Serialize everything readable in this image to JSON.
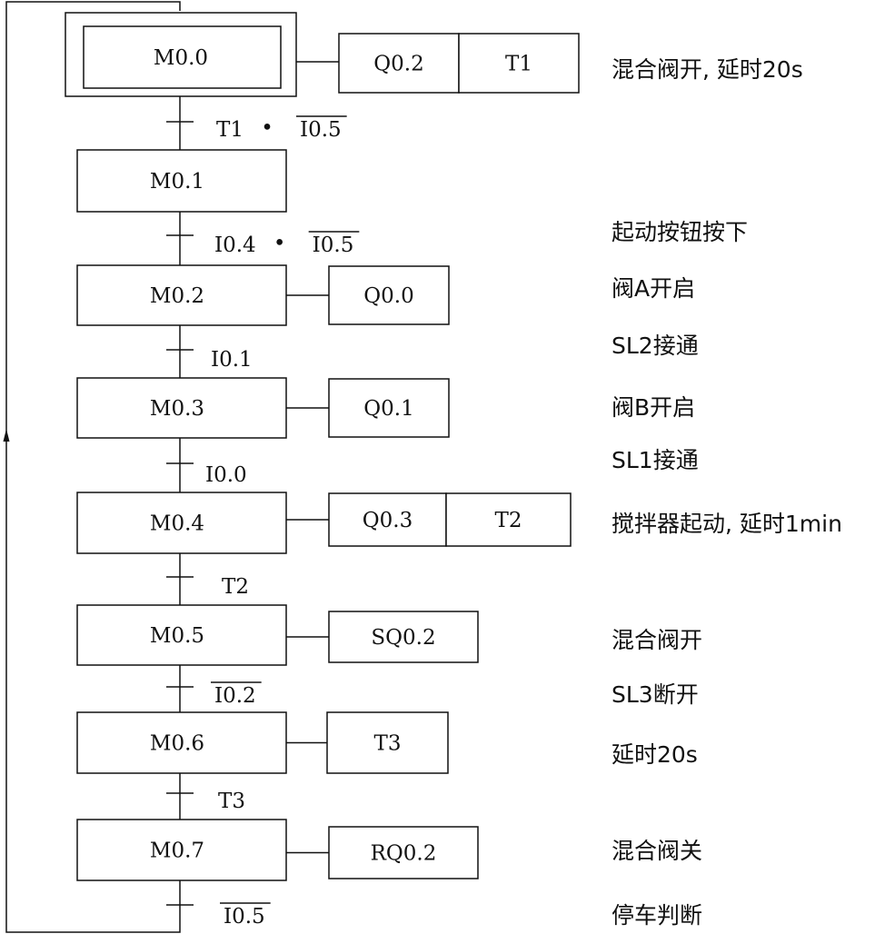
{
  "diagram": {
    "steps": [
      {
        "id": "M0.0",
        "initial": true,
        "actions": [
          "Q0.2",
          "T1"
        ],
        "note": "混合阀开, 延时20s"
      },
      {
        "id": "M0.1",
        "actions": [],
        "note": ""
      },
      {
        "id": "M0.2",
        "actions": [
          "Q0.0"
        ],
        "note": "阀A开启"
      },
      {
        "id": "M0.3",
        "actions": [
          "Q0.1"
        ],
        "note": "阀B开启"
      },
      {
        "id": "M0.4",
        "actions": [
          "Q0.3",
          "T2"
        ],
        "note": "搅拌器起动, 延时1min"
      },
      {
        "id": "M0.5",
        "actions": [
          "SQ0.2"
        ],
        "note": "混合阀开"
      },
      {
        "id": "M0.6",
        "actions": [
          "T3"
        ],
        "note": "延时20s"
      },
      {
        "id": "M0.7",
        "actions": [
          "RQ0.2"
        ],
        "note": "混合阀关"
      }
    ],
    "transitions": [
      {
        "terms": [
          {
            "text": "T1",
            "negated": false
          },
          {
            "text": "I0.5",
            "negated": true
          }
        ],
        "note": ""
      },
      {
        "terms": [
          {
            "text": "I0.4",
            "negated": false
          },
          {
            "text": "I0.5",
            "negated": true
          }
        ],
        "note": "起动按钮按下"
      },
      {
        "terms": [
          {
            "text": "I0.1",
            "negated": false
          }
        ],
        "note": "SL2接通"
      },
      {
        "terms": [
          {
            "text": "I0.0",
            "negated": false
          }
        ],
        "note": "SL1接通"
      },
      {
        "terms": [
          {
            "text": "T2",
            "negated": false
          }
        ],
        "note": ""
      },
      {
        "terms": [
          {
            "text": "I0.2",
            "negated": true
          }
        ],
        "note": "SL3断开"
      },
      {
        "terms": [
          {
            "text": "T3",
            "negated": false
          }
        ],
        "note": ""
      },
      {
        "terms": [
          {
            "text": "I0.5",
            "negated": true
          }
        ],
        "note": "停车判断"
      }
    ],
    "and_symbol": "•"
  }
}
